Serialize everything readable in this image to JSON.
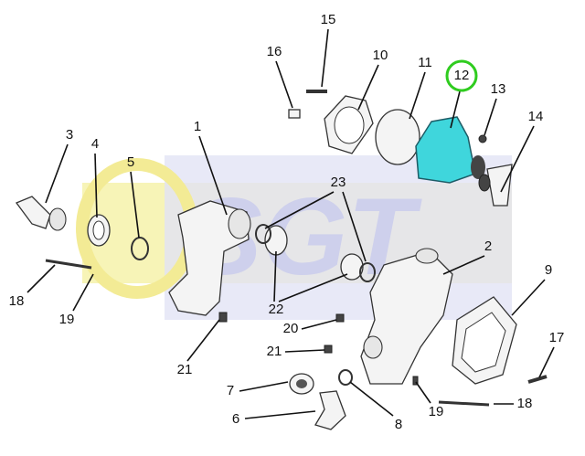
{
  "diagram": {
    "watermark": "SGT",
    "highlighted_part": "12",
    "colors": {
      "highlight_ring": "#2fcc1f",
      "highlight_part": "#3fd6dc",
      "watermark_yellow": "#f7f3b0",
      "watermark_blue": "#d9dbf2"
    },
    "labels": [
      "1",
      "2",
      "3",
      "4",
      "5",
      "6",
      "7",
      "8",
      "9",
      "10",
      "11",
      "12",
      "13",
      "14",
      "15",
      "16",
      "17",
      "18",
      "18",
      "19",
      "19",
      "20",
      "21",
      "21",
      "22",
      "23"
    ]
  }
}
